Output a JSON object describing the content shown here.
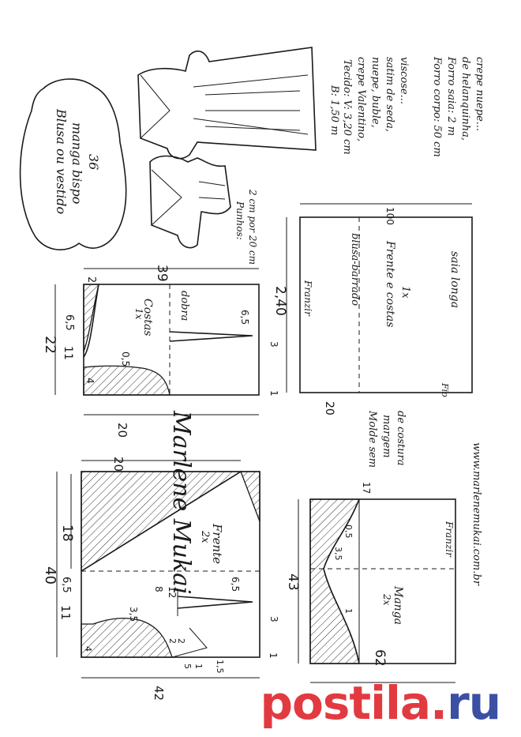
{
  "title_cloud": {
    "line1": "Blusa ou vestido",
    "line2": "manga bispo",
    "line3": "36"
  },
  "front_piece": {
    "label": "Frente",
    "count": "2x",
    "dims": {
      "top_width": "40",
      "upper_seg": "18",
      "neck_w": "11",
      "neck_d": "6,5",
      "side_top": "20",
      "bottom_width": "42",
      "dart_top": "8",
      "dart_v": "12",
      "dart_side": "6,5",
      "bust": "3,5",
      "small_2": "2",
      "small_2b": "2",
      "small_5": "5",
      "small_1": "1",
      "small_15": "1,5",
      "small_4": "4",
      "small_3": "3",
      "small_1b": "1"
    }
  },
  "back_piece": {
    "label": "Costas",
    "count": "1x",
    "fold": "dobra",
    "dims": {
      "top_width": "22",
      "neck_w": "11",
      "neck_d": "6,5",
      "shoulder": "2",
      "small_05": "0,5",
      "small_4": "4",
      "length": "39",
      "bottom_width": "20",
      "dart_d": "6,5",
      "small_3": "3",
      "small_1": "1"
    }
  },
  "skirt_piece": {
    "gather": "Franzir",
    "width": "2,40",
    "height": "100",
    "side": "20",
    "blouse_line": "blusa-barrado",
    "label": "Frente e costas",
    "count": "1x",
    "long": "saia longa",
    "grain": "Fio"
  },
  "sleeve_piece": {
    "label": "Manga",
    "count": "2x",
    "gather": "Franzir",
    "width": "43",
    "height": "62",
    "top": "17",
    "d1": "0,5",
    "d2": "3,5",
    "d3": "1"
  },
  "fabric_notes": {
    "b": "B: 1,50 m",
    "tecido": "Tecido: V: 3,20 cm",
    "line2": "crepe Valentino,",
    "line3": "nuepe, buble,",
    "line4": "satim de seda,",
    "line5": "viscose...",
    "forro1": "Forro corpo: 50 cm",
    "forro2": "Forro saia: 2 m",
    "forro3": "de helanquinha,",
    "forro4": "crepe nuepe..."
  },
  "cuffs_note": {
    "line1": "Punhos:",
    "line2": "2 cm por 20 cm"
  },
  "signature": "Marlene Mukai",
  "no_seam": {
    "line1": "Molde sem",
    "line2": "margem",
    "line3": "de costura"
  },
  "website": "www.marlenemukai.com.br",
  "watermark": {
    "main": "postila",
    "dot": ".",
    "tld": "ru"
  },
  "colors": {
    "ink": "#1a1a1a",
    "watermark_red": "#e23a41",
    "watermark_blue": "#3b4fa3"
  }
}
